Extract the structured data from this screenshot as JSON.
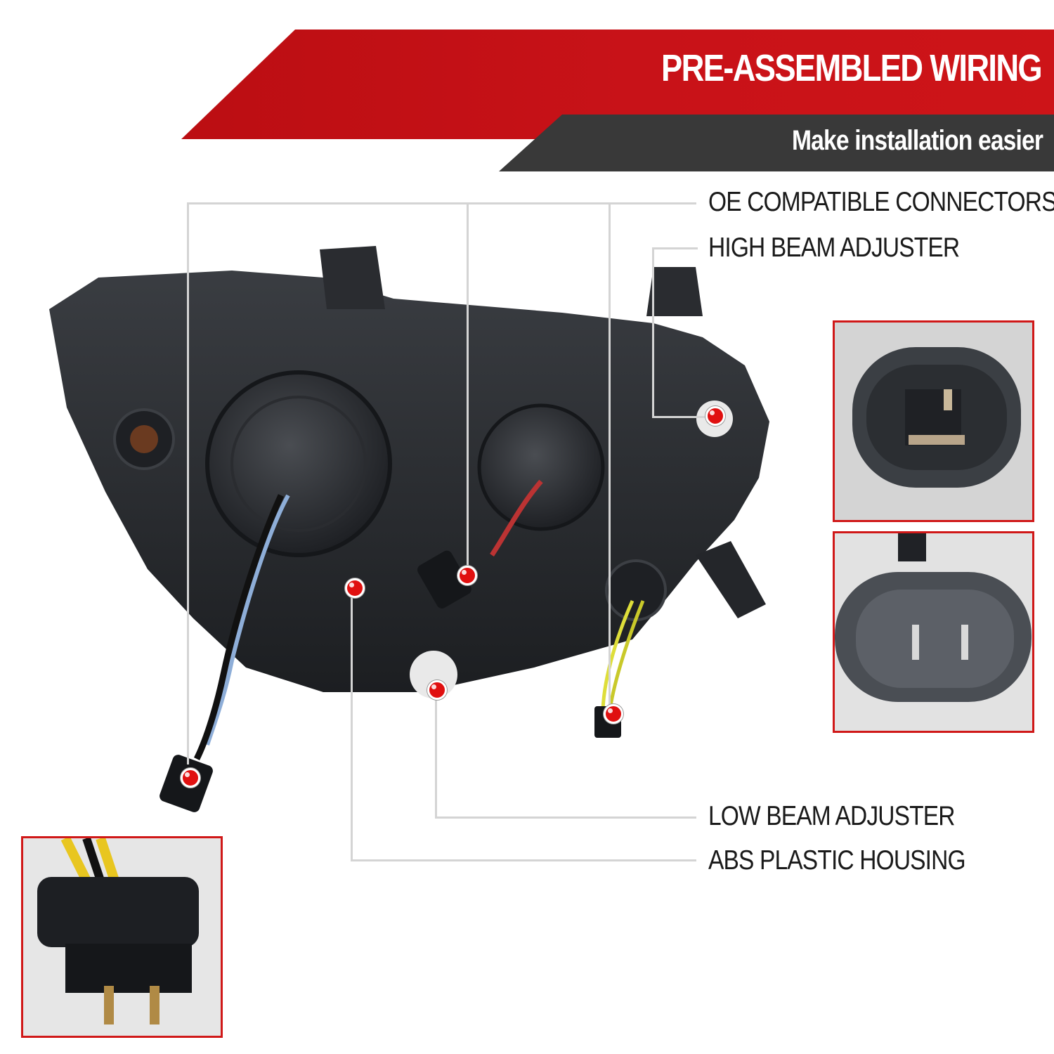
{
  "header": {
    "title": "PRE-ASSEMBLED WIRING",
    "subtitle": "Make installation easier"
  },
  "features": [
    {
      "label": "OE COMPATIBLE CONNECTORS"
    },
    {
      "label": "HIGH BEAM ADJUSTER"
    },
    {
      "label": "LOW BEAM ADJUSTER"
    },
    {
      "label": "ABS PLASTIC HOUSING"
    }
  ],
  "colors": {
    "banner_red": "#c81218",
    "banner_grey": "#393939",
    "inset_border": "#d01818",
    "marker": "#e01010",
    "callout_line": "#d4d4d4"
  }
}
